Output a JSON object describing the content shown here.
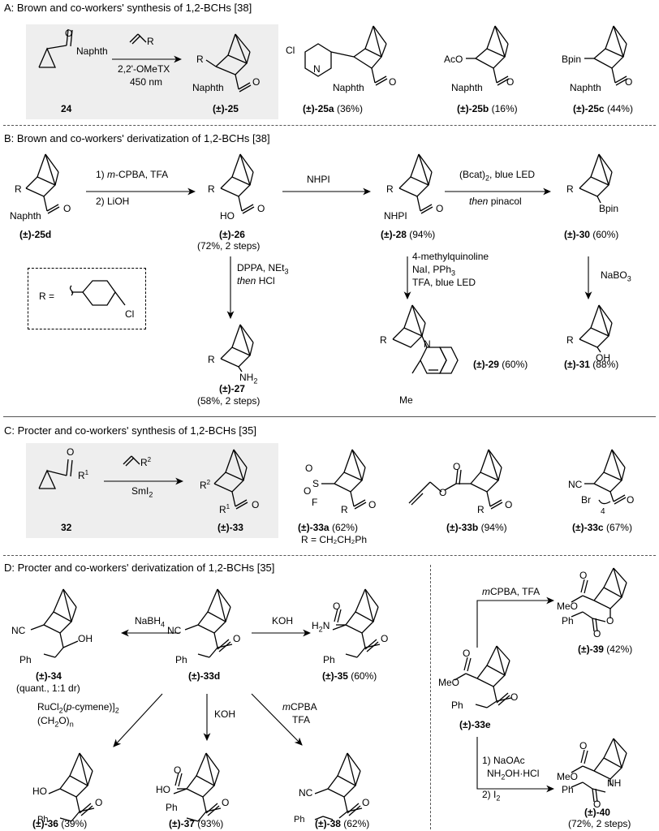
{
  "sections": {
    "A": {
      "title": "A: Brown and co-workers' synthesis of 1,2-BCHs [38]"
    },
    "B": {
      "title": "B: Brown and co-workers' derivatization of 1,2-BCHs [38]"
    },
    "C": {
      "title": "C: Procter and co-workers' synthesis of 1,2-BCHs [35]"
    },
    "D": {
      "title": "D: Procter and co-workers' derivatization of 1,2-BCHs [35]"
    }
  },
  "A": {
    "sm": {
      "id": "24",
      "group": "Naphth"
    },
    "reagents": {
      "r1": "R",
      "r2": "2,2'-OMeTX",
      "r3": "450 nm"
    },
    "product": {
      "id": "(±)-25",
      "yield": "",
      "r": "R",
      "group": "Naphth",
      "o": "O"
    },
    "p25a": {
      "id": "(±)-25a",
      "yield": "(36%)",
      "cl": "Cl",
      "n": "N",
      "group": "Naphth",
      "o": "O"
    },
    "p25b": {
      "id": "(±)-25b",
      "yield": "(16%)",
      "sub": "AcO",
      "group": "Naphth",
      "o": "O"
    },
    "p25c": {
      "id": "(±)-25c",
      "yield": "(44%)",
      "sub": "Bpin",
      "group": "Naphth",
      "o": "O"
    }
  },
  "B": {
    "p25d": {
      "id": "(±)-25d",
      "r": "R",
      "group": "Naphth",
      "o": "O"
    },
    "step1": {
      "l1a": "1) ",
      "l1b": "m",
      "l1c": "-CPBA, TFA",
      "l2": "2) LiOH"
    },
    "p26": {
      "id": "(±)-26",
      "yield": "(72%, 2 steps)",
      "r": "R",
      "ho": "HO",
      "o": "O"
    },
    "step2": {
      "l1": "NHPI"
    },
    "p28": {
      "id": "(±)-28",
      "yield": "(94%)",
      "r": "R",
      "nhpi": "NHPI",
      "o": "O"
    },
    "step3": {
      "l1": "(Bcat)",
      "l1sub": "2",
      "l1b": ", blue LED",
      "l2a": "then",
      "l2b": " pinacol"
    },
    "p30": {
      "id": "(±)-30",
      "yield": "(60%)",
      "r": "R",
      "bpin": "Bpin"
    },
    "step4": {
      "l1": "DPPA, NEt",
      "l1sub": "3",
      "l2a": "then",
      "l2b": " HCl"
    },
    "p27": {
      "id": "(±)-27",
      "yield": "(58%, 2 steps)",
      "r": "R",
      "nh": "NH",
      "nhsub": "2"
    },
    "step5": {
      "l1": "4-methylquinoline",
      "l2": "NaI, PPh",
      "l2sub": "3",
      "l3": "TFA, blue LED"
    },
    "p29": {
      "id": "(±)-29",
      "yield": "(60%)",
      "r": "R",
      "n": "N",
      "me": "Me"
    },
    "step6": {
      "l1": "NaBO",
      "l1sub": "3"
    },
    "p31": {
      "id": "(±)-31",
      "yield": "(88%)",
      "r": "R",
      "oh": "OH"
    },
    "rdef": {
      "r": "R =",
      "cl": "Cl"
    }
  },
  "C": {
    "sm": {
      "id": "32",
      "r1": "R",
      "r1sup": "1",
      "o": "O"
    },
    "reagents": {
      "r2": "R",
      "r2sup": "2",
      "smi": "SmI",
      "smisub": "2"
    },
    "p33": {
      "id": "(±)-33",
      "r2": "R",
      "r2sup": "2",
      "r1": "R",
      "r1sup": "1",
      "o": "O"
    },
    "p33a": {
      "id": "(±)-33a",
      "yield": "(62%)",
      "note": "R = CH₂CH₂Ph",
      "s": "S",
      "f": "F",
      "o": "O",
      "r": "R"
    },
    "p33b": {
      "id": "(±)-33b",
      "yield": "(94%)",
      "o": "O",
      "r": "R"
    },
    "p33c": {
      "id": "(±)-33c",
      "yield": "(67%)",
      "nc": "NC",
      "br": "Br",
      "n4": "4",
      "o": "O"
    }
  },
  "D": {
    "p33d": {
      "id": "(±)-33d",
      "nc": "NC",
      "ph": "Ph",
      "o": "O"
    },
    "rxn34": {
      "l1": "NaBH",
      "l1sub": "4"
    },
    "p34": {
      "id": "(±)-34",
      "yield": "(quant., 1:1 dr)",
      "nc": "NC",
      "oh": "OH",
      "ph": "Ph"
    },
    "rxn35": {
      "l1": "KOH"
    },
    "p35": {
      "id": "(±)-35",
      "yield": "(60%)",
      "h2n": "H",
      "h2nsub": "2",
      "h2nN": "N",
      "ph": "Ph",
      "o": "O"
    },
    "rxn36": {
      "l1a": "RuCl",
      "l1sub": "2",
      "l1b": "(",
      "l1c": "p",
      "l1d": "-cymene)]",
      "l1sub2": "2",
      "l1pre": "",
      "l2": "(CH",
      "l2sub": "2",
      "l2b": "O)",
      "l2sub2": "n"
    },
    "p36": {
      "id": "(±)-36",
      "yield": "(39%)",
      "ho": "HO",
      "ph": "Ph",
      "o": "O"
    },
    "rxn37": {
      "l1": "KOH"
    },
    "p37": {
      "id": "(±)-37",
      "yield": "(93%)",
      "ho": "HO",
      "ph": "Ph",
      "o": "O"
    },
    "rxn38": {
      "l1a": "m",
      "l1b": "CPBA",
      "l2": "TFA"
    },
    "p38": {
      "id": "(±)-38",
      "yield": "(62%)",
      "nc": "NC",
      "ph": "Ph",
      "o": "O"
    },
    "p33e": {
      "id": "(±)-33e",
      "meo": "MeO",
      "ph": "Ph",
      "o": "O"
    },
    "rxn39": {
      "l1a": "m",
      "l1b": "CPBA, TFA"
    },
    "p39": {
      "id": "(±)-39",
      "yield": "(42%)",
      "meo": "MeO",
      "ph": "Ph",
      "o": "O"
    },
    "rxn40": {
      "l1": "1) NaOAc",
      "l2": "NH",
      "l2sub": "2",
      "l2b": "OH·HCl",
      "l3": "2) I",
      "l3sub": "2"
    },
    "p40": {
      "id": "(±)-40",
      "yield": "(72%, 2 steps)",
      "meo": "MeO",
      "ph": "Ph",
      "o": "O",
      "nh": "NH"
    }
  }
}
